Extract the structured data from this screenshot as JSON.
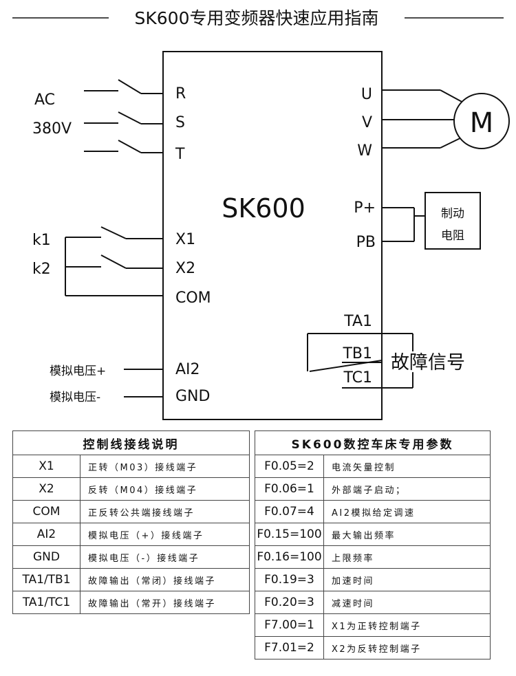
{
  "title": "SK600专用变频器快速应用指南",
  "device": {
    "name": "SK600",
    "left_terminals": [
      "R",
      "S",
      "T",
      "X1",
      "X2",
      "COM",
      "AI2",
      "GND"
    ],
    "right_terminals": [
      "U",
      "V",
      "W",
      "P+",
      "PB",
      "TA1",
      "TB1",
      "TC1"
    ]
  },
  "power_input": {
    "line1": "AC",
    "line2": "380V"
  },
  "switches": {
    "k1": "k1",
    "k2": "k2"
  },
  "analog_inputs": {
    "plus": "模拟电压+",
    "minus": "模拟电压-"
  },
  "motor": {
    "label": "M"
  },
  "brake_resistor": {
    "line1": "制动",
    "line2": "电阻"
  },
  "fault_signal": "故障信号",
  "wiring_table": {
    "header": "控制线接线说明",
    "rows": [
      {
        "terminal": "X1",
        "desc": "正转（M03）接线端子"
      },
      {
        "terminal": "X2",
        "desc": "反转（M04）接线端子"
      },
      {
        "terminal": "COM",
        "desc": "正反转公共端接线端子"
      },
      {
        "terminal": "AI2",
        "desc": "模拟电压（+）接线端子"
      },
      {
        "terminal": "GND",
        "desc": "模拟电压（-）接线端子"
      },
      {
        "terminal": "TA1/TB1",
        "desc": "故障输出（常闭）接线端子"
      },
      {
        "terminal": "TA1/TC1",
        "desc": "故障输出（常开）接线端子"
      }
    ]
  },
  "params_table": {
    "header": "SK600数控车床专用参数",
    "rows": [
      {
        "param": "F0.05=2",
        "desc": "电流矢量控制"
      },
      {
        "param": "F0.06=1",
        "desc": "外部端子启动；"
      },
      {
        "param": "F0.07=4",
        "desc": "AI2模拟给定调速"
      },
      {
        "param": "F0.15=100",
        "desc": "最大输出频率"
      },
      {
        "param": "F0.16=100",
        "desc": "上限频率"
      },
      {
        "param": "F0.19=3",
        "desc": "加速时间"
      },
      {
        "param": "F0.20=3",
        "desc": "减速时间"
      },
      {
        "param": "F7.00=1",
        "desc": "X1为正转控制端子"
      },
      {
        "param": "F7.01=2",
        "desc": "X2为反转控制端子"
      }
    ]
  }
}
